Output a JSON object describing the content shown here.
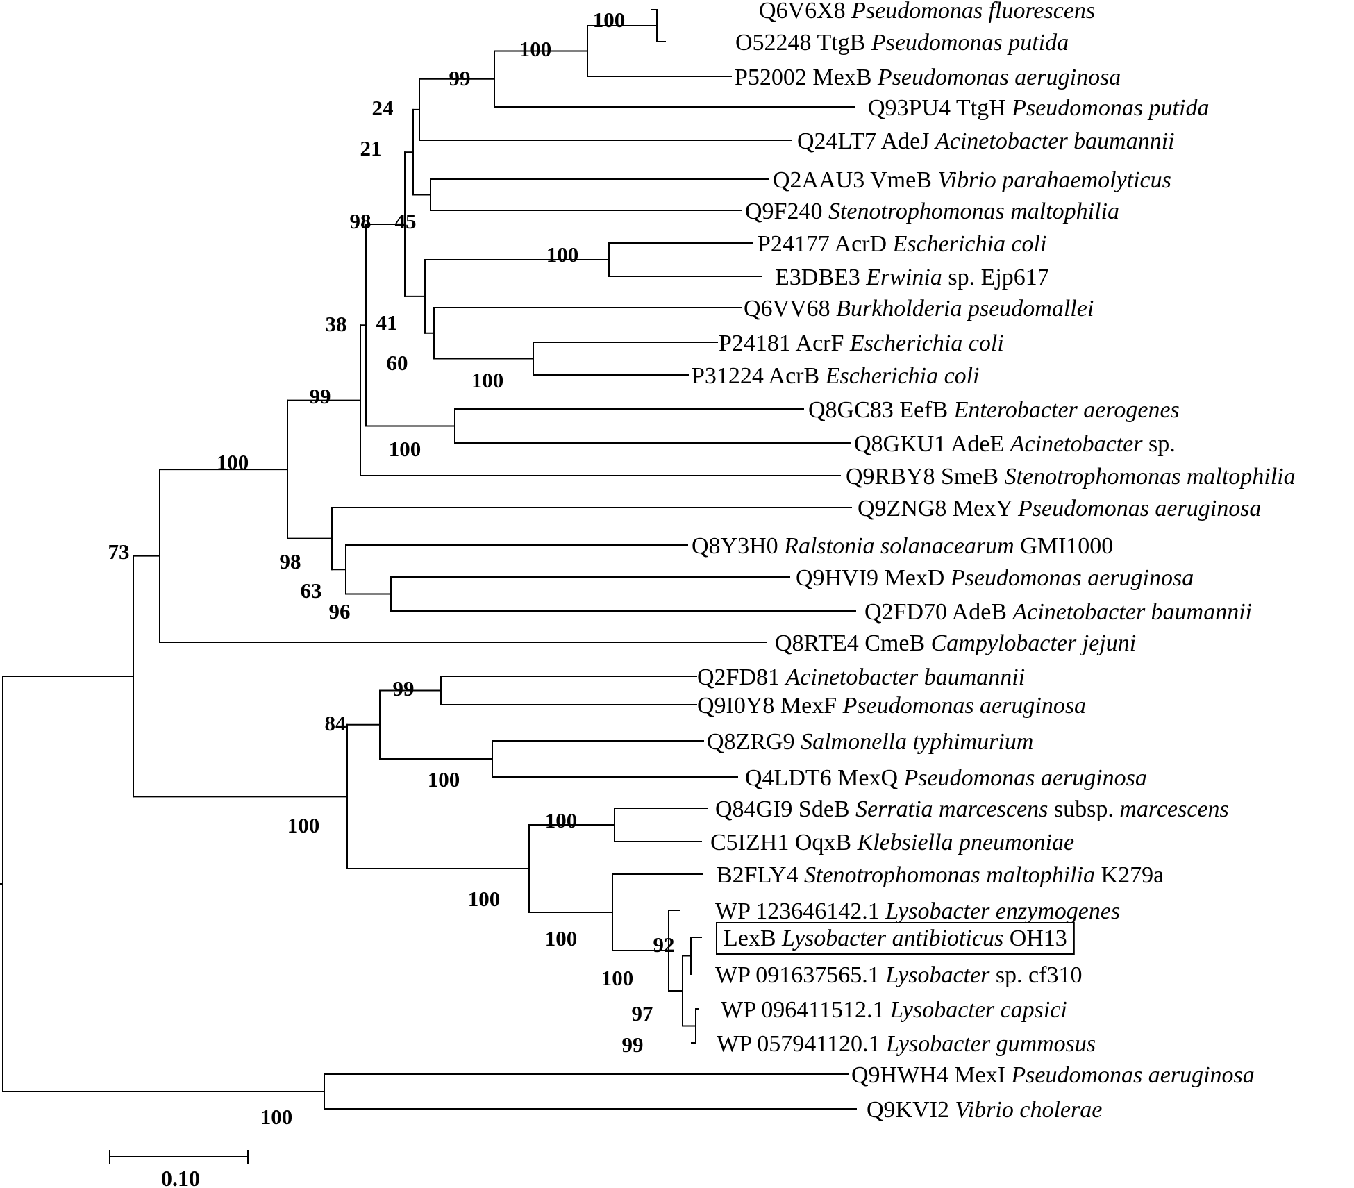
{
  "tree": {
    "leaves": [
      {
        "id": "Q6V6X8",
        "parts": [
          {
            "t": "Q6V6X8 "
          },
          {
            "t": "Pseudomonas fluorescens",
            "i": true
          }
        ]
      },
      {
        "id": "O52248",
        "parts": [
          {
            "t": "O52248 TtgB "
          },
          {
            "t": "Pseudomonas putida",
            "i": true
          }
        ]
      },
      {
        "id": "P52002",
        "parts": [
          {
            "t": "P52002 MexB "
          },
          {
            "t": "Pseudomonas aeruginosa",
            "i": true
          }
        ]
      },
      {
        "id": "Q93PU4",
        "parts": [
          {
            "t": "Q93PU4 TtgH "
          },
          {
            "t": "Pseudomonas putida",
            "i": true
          }
        ]
      },
      {
        "id": "Q24LT7",
        "parts": [
          {
            "t": "Q24LT7 AdeJ "
          },
          {
            "t": "Acinetobacter baumannii",
            "i": true
          }
        ]
      },
      {
        "id": "Q2AAU3",
        "parts": [
          {
            "t": "Q2AAU3 VmeB "
          },
          {
            "t": "Vibrio parahaemolyticus",
            "i": true
          }
        ]
      },
      {
        "id": "Q9F240",
        "parts": [
          {
            "t": "Q9F240 "
          },
          {
            "t": "Stenotrophomonas maltophilia",
            "i": true
          }
        ]
      },
      {
        "id": "P24177",
        "parts": [
          {
            "t": "P24177 AcrD "
          },
          {
            "t": "Escherichia coli",
            "i": true
          }
        ]
      },
      {
        "id": "E3DBE3",
        "parts": [
          {
            "t": "E3DBE3 "
          },
          {
            "t": "Erwinia",
            "i": true
          },
          {
            "t": " sp. Ejp617"
          }
        ]
      },
      {
        "id": "Q6VV68",
        "parts": [
          {
            "t": "Q6VV68 "
          },
          {
            "t": "Burkholderia pseudomallei",
            "i": true
          }
        ]
      },
      {
        "id": "P24181",
        "parts": [
          {
            "t": "P24181 AcrF "
          },
          {
            "t": "Escherichia coli",
            "i": true
          }
        ]
      },
      {
        "id": "P31224",
        "parts": [
          {
            "t": "P31224 AcrB "
          },
          {
            "t": "Escherichia coli",
            "i": true
          }
        ]
      },
      {
        "id": "Q8GC83",
        "parts": [
          {
            "t": "Q8GC83 EefB "
          },
          {
            "t": "Enterobacter aerogenes",
            "i": true
          }
        ]
      },
      {
        "id": "Q8GKU1",
        "parts": [
          {
            "t": "Q8GKU1 AdeE "
          },
          {
            "t": "Acinetobacter",
            "i": true
          },
          {
            "t": " sp."
          }
        ]
      },
      {
        "id": "Q9RBY8",
        "parts": [
          {
            "t": "Q9RBY8 SmeB "
          },
          {
            "t": "Stenotrophomonas maltophilia",
            "i": true
          }
        ]
      },
      {
        "id": "Q9ZNG8",
        "parts": [
          {
            "t": "Q9ZNG8 MexY "
          },
          {
            "t": "Pseudomonas aeruginosa",
            "i": true
          }
        ]
      },
      {
        "id": "Q8Y3H0",
        "parts": [
          {
            "t": "Q8Y3H0 "
          },
          {
            "t": "Ralstonia solanacearum",
            "i": true
          },
          {
            "t": " GMI1000"
          }
        ]
      },
      {
        "id": "Q9HVI9",
        "parts": [
          {
            "t": "Q9HVI9 MexD "
          },
          {
            "t": "Pseudomonas aeruginosa",
            "i": true
          }
        ]
      },
      {
        "id": "Q2FD70",
        "parts": [
          {
            "t": "Q2FD70 AdeB "
          },
          {
            "t": "Acinetobacter baumannii",
            "i": true
          }
        ]
      },
      {
        "id": "Q8RTE4",
        "parts": [
          {
            "t": "Q8RTE4 CmeB "
          },
          {
            "t": "Campylobacter jejuni",
            "i": true
          }
        ]
      },
      {
        "id": "Q2FD81",
        "parts": [
          {
            "t": "Q2FD81 "
          },
          {
            "t": "Acinetobacter baumannii",
            "i": true
          }
        ]
      },
      {
        "id": "Q9I0Y8",
        "parts": [
          {
            "t": "Q9I0Y8 MexF "
          },
          {
            "t": "Pseudomonas aeruginosa",
            "i": true
          }
        ]
      },
      {
        "id": "Q8ZRG9",
        "parts": [
          {
            "t": "Q8ZRG9 "
          },
          {
            "t": "Salmonella typhimurium",
            "i": true
          }
        ]
      },
      {
        "id": "Q4LDT6",
        "parts": [
          {
            "t": "Q4LDT6 MexQ "
          },
          {
            "t": "Pseudomonas aeruginosa",
            "i": true
          }
        ]
      },
      {
        "id": "Q84GI9",
        "parts": [
          {
            "t": "Q84GI9 SdeB "
          },
          {
            "t": "Serratia marcescens",
            "i": true
          },
          {
            "t": " subsp. "
          },
          {
            "t": "marcescens",
            "i": true
          }
        ]
      },
      {
        "id": "C5IZH1",
        "parts": [
          {
            "t": "C5IZH1 OqxB "
          },
          {
            "t": "Klebsiella pneumoniae",
            "i": true
          }
        ]
      },
      {
        "id": "B2FLY4",
        "parts": [
          {
            "t": "B2FLY4 "
          },
          {
            "t": "Stenotrophomonas maltophilia",
            "i": true
          },
          {
            "t": " K279a"
          }
        ]
      },
      {
        "id": "WP123646142",
        "parts": [
          {
            "t": "WP 123646142.1 "
          },
          {
            "t": "Lysobacter enzymogenes",
            "i": true
          }
        ]
      },
      {
        "id": "LexB",
        "highlighted": true,
        "parts": [
          {
            "t": "LexB "
          },
          {
            "t": "Lysobacter antibioticus",
            "i": true
          },
          {
            "t": " OH13"
          }
        ]
      },
      {
        "id": "WP091637565",
        "parts": [
          {
            "t": "WP 091637565.1 "
          },
          {
            "t": "Lysobacter",
            "i": true
          },
          {
            "t": " sp. cf310"
          }
        ]
      },
      {
        "id": "WP096411512",
        "parts": [
          {
            "t": "WP 096411512.1 "
          },
          {
            "t": "Lysobacter capsici",
            "i": true
          }
        ]
      },
      {
        "id": "WP057941120",
        "parts": [
          {
            "t": "WP 057941120.1 "
          },
          {
            "t": "Lysobacter gummosus",
            "i": true
          }
        ]
      },
      {
        "id": "Q9HWH4",
        "parts": [
          {
            "t": "Q9HWH4 MexI "
          },
          {
            "t": "Pseudomonas aeruginosa",
            "i": true
          }
        ]
      },
      {
        "id": "Q9KVI2",
        "parts": [
          {
            "t": "Q9KVI2 "
          },
          {
            "t": "Vibrio cholerae",
            "i": true
          }
        ]
      }
    ],
    "bootstrap_values": [
      "100",
      "100",
      "99",
      "24",
      "21",
      "45",
      "100",
      "60",
      "100",
      "41",
      "98",
      "100",
      "38",
      "99",
      "96",
      "63",
      "98",
      "100",
      "73",
      "99",
      "100",
      "84",
      "100",
      "100",
      "92",
      "99",
      "97",
      "100",
      "100",
      "100",
      "100"
    ],
    "scale_bar_label": "0.10"
  }
}
